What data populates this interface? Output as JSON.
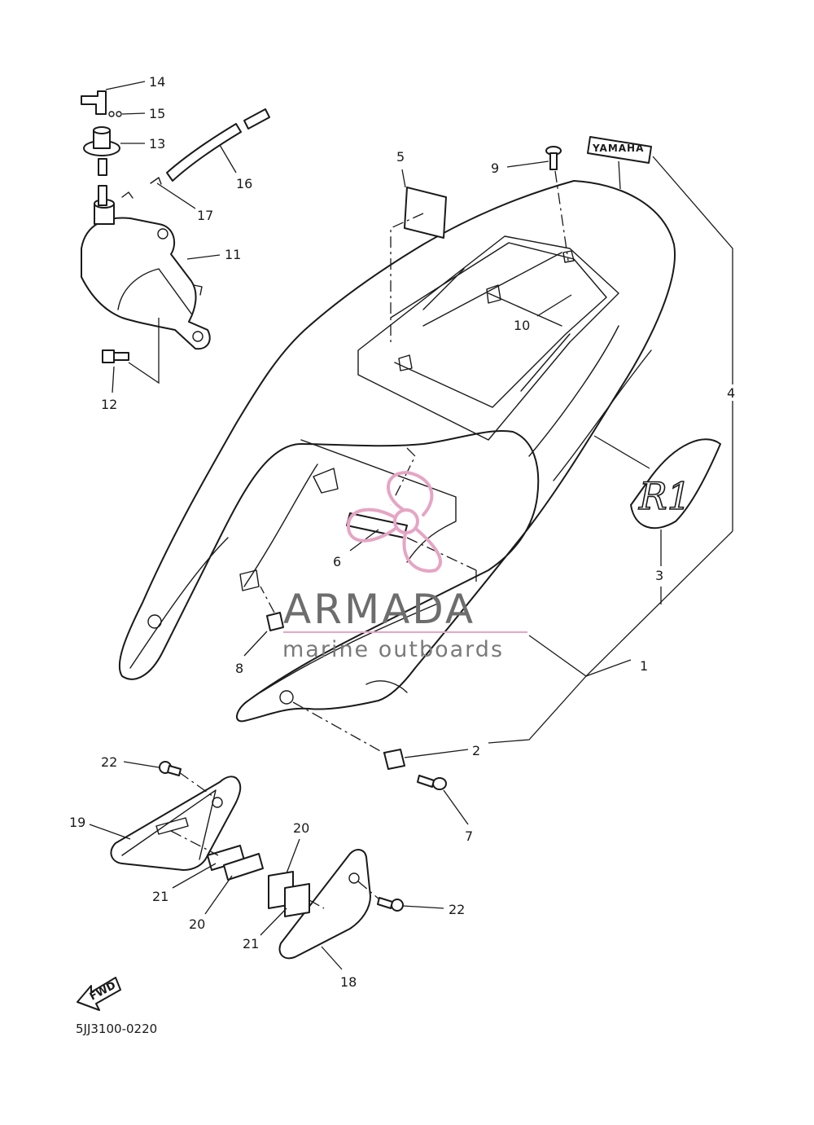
{
  "diagram": {
    "part_code": "5JJ3100-0220",
    "fwd_label": "FWD",
    "decal_text": "YAMAHA",
    "emblem_text": "R1",
    "callouts": [
      "1",
      "2",
      "3",
      "4",
      "5",
      "6",
      "7",
      "8",
      "9",
      "10",
      "11",
      "12",
      "13",
      "14",
      "15",
      "16",
      "17",
      "18",
      "19",
      "20",
      "21",
      "22"
    ],
    "extra_callouts": {
      "c20b": "20",
      "c21b": "21",
      "c22b": "22"
    }
  },
  "watermark": {
    "title": "ARMADA",
    "subtitle": "marine outboards",
    "logo_color": "#e6a5c4"
  }
}
